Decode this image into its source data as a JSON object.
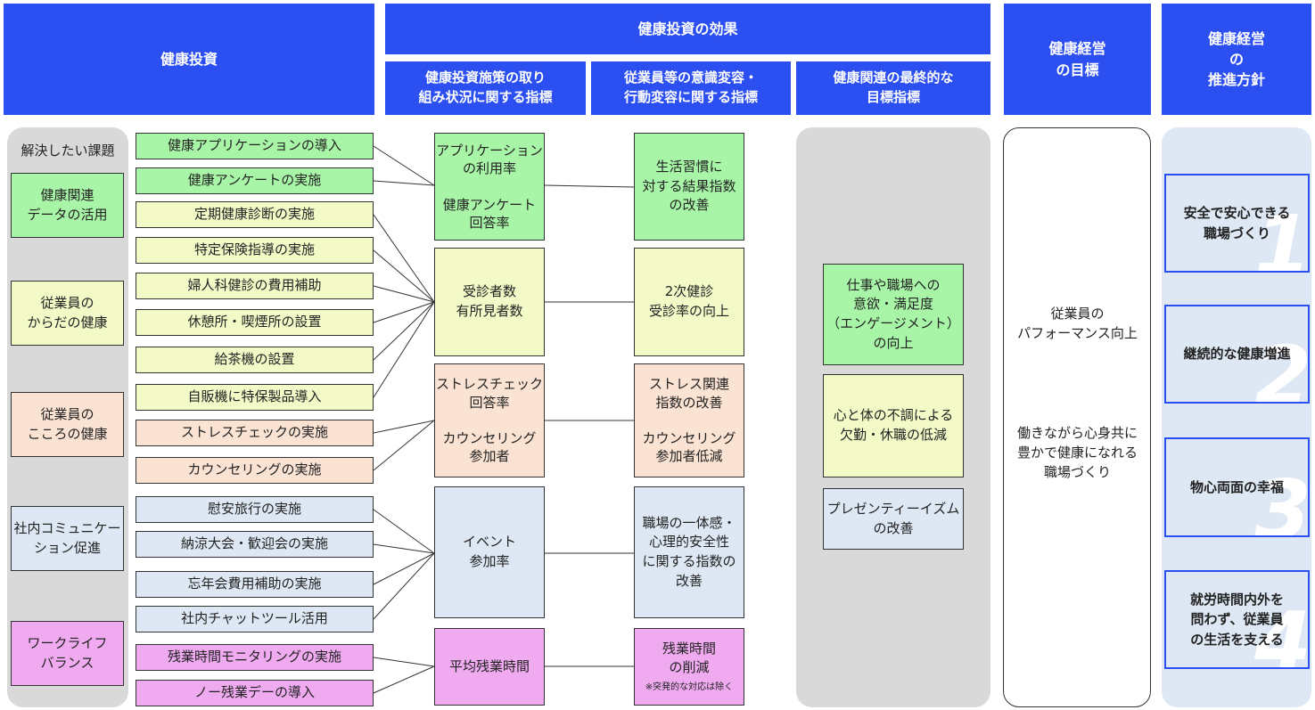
{
  "headers": {
    "investment": "健康投資",
    "effect": "健康投資の効果",
    "sub1": "健康投資施策の取り\n組み状況に関する指標",
    "sub2": "従業員等の意識変容・\n行動変容に関する指標",
    "sub3": "健康関連の最終的な\n目標指標",
    "goal": "健康経営\nの目標",
    "policy": "健康経営\nの\n推進方針"
  },
  "issues_title": "解決したい課題",
  "issues": [
    "健康関連\nデータの活用",
    "従業員の\nからだの健康",
    "従業員の\nこころの健康",
    "社内コミュニケー\nション促進",
    "ワークライフ\nバランス"
  ],
  "measures": [
    "健康アプリケーションの導入",
    "健康アンケートの実施",
    "定期健康診断の実施",
    "特定保険指導の実施",
    "婦人科健診の費用補助",
    "休憩所・喫煙所の設置",
    "給茶機の設置",
    "自販機に特保製品導入",
    "ストレスチェックの実施",
    "カウンセリングの実施",
    "慰安旅行の実施",
    "納涼大会・歓迎会の実施",
    "忘年会費用補助の実施",
    "社内チャットツール活用",
    "残業時間モニタリングの実施",
    "ノー残業デーの導入"
  ],
  "indicators1": [
    "アプリケーション\nの利用率\n\n健康アンケート\n回答率",
    "受診者数\n有所見者数",
    "ストレスチェック\n回答率\n\nカウンセリング\n参加者",
    "イベント\n参加率",
    "平均残業時間"
  ],
  "indicators2": [
    "生活習慣に\n対する結果指数\nの改善",
    "2次健診\n受診率の向上",
    "ストレス関連\n指数の改善\n\nカウンセリング\n参加者低減",
    "職場の一体感・\n心理的安全性\nに関する指数の\n改善",
    "残業時間\nの削減"
  ],
  "indicators2_note": "※突発的な対応は除く",
  "final": [
    "仕事や職場への\n意欲・満足度\n（エンゲージメント）\nの向上",
    "心と体の不調による\n欠勤・休職の低減",
    "プレゼンティーイズム\nの改善"
  ],
  "goals": [
    "従業員の\nパフォーマンス向上",
    "働きながら心身共に\n豊かで健康になれる\n職場づくり"
  ],
  "policies": [
    {
      "num": "1",
      "text": "安全で安心できる\n職場づくり"
    },
    {
      "num": "2",
      "text": "継続的な健康増進"
    },
    {
      "num": "3",
      "text": "物心両面の幸福"
    },
    {
      "num": "4",
      "text": "就労時間内外を\n問わず、従業員\nの生活を支える"
    }
  ],
  "colors": {
    "header": "#2b4ff0",
    "green": "#a8f5a8",
    "yellow": "#f3fac8",
    "peach": "#fbe3d3",
    "blue": "#dde8f4",
    "pink": "#efaaf0",
    "panel": "#d9d9d9"
  }
}
